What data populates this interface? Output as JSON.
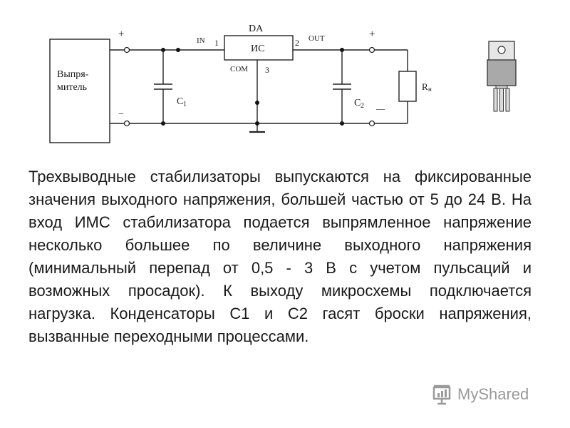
{
  "schematic": {
    "rectifier_label": [
      "Выпря-",
      "митель"
    ],
    "regulator_designator": "DA",
    "regulator_label": "ИС",
    "pin_in_label": "IN",
    "pin_out_label": "OUT",
    "pin_com_label": "COM",
    "pin_in_number": "1",
    "pin_out_number": "2",
    "pin_com_number": "3",
    "input_plus": "+",
    "input_minus": "−",
    "output_plus": "+",
    "output_minus": "—",
    "c1_label": "C",
    "c1_sub": "1",
    "c2_label": "C",
    "c2_sub": "2",
    "load_label": "R",
    "load_sub": "н"
  },
  "description": "Трехвыводные стабилизаторы выпускаются на фиксированные значения выходного напряжения, большей частью от 5 до 24 В. На вход ИМС стабилизатора подается выпрямленное напряжение несколько большее по величине выходного напряжения (минимальный перепад от 0,5 - 3 В с учетом пульсаций и возможных просадок). К выходу микросхемы подключается нагрузка. Конденсаторы С1 и С2 гасят броски напряжения, вызванные переходными процессами.",
  "watermark": "MyShared"
}
